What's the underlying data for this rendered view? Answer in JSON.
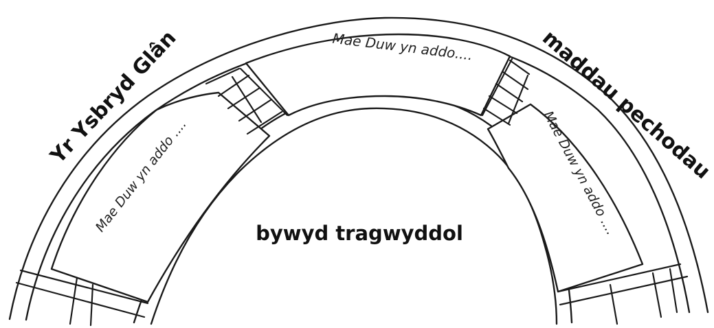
{
  "labels": {
    "left_outer": "Yr Ysbryd Glân",
    "right_outer": "maddau pechodau",
    "center": "bywyd tragwyddol"
  },
  "stones": {
    "top": "Mae  Duw yn addo....",
    "left": "Mae Duw yn addo ....",
    "right": "Mae Duw yn addo ...."
  },
  "colors": {
    "ink": "#1a1a1a",
    "paper": "#ffffff"
  }
}
